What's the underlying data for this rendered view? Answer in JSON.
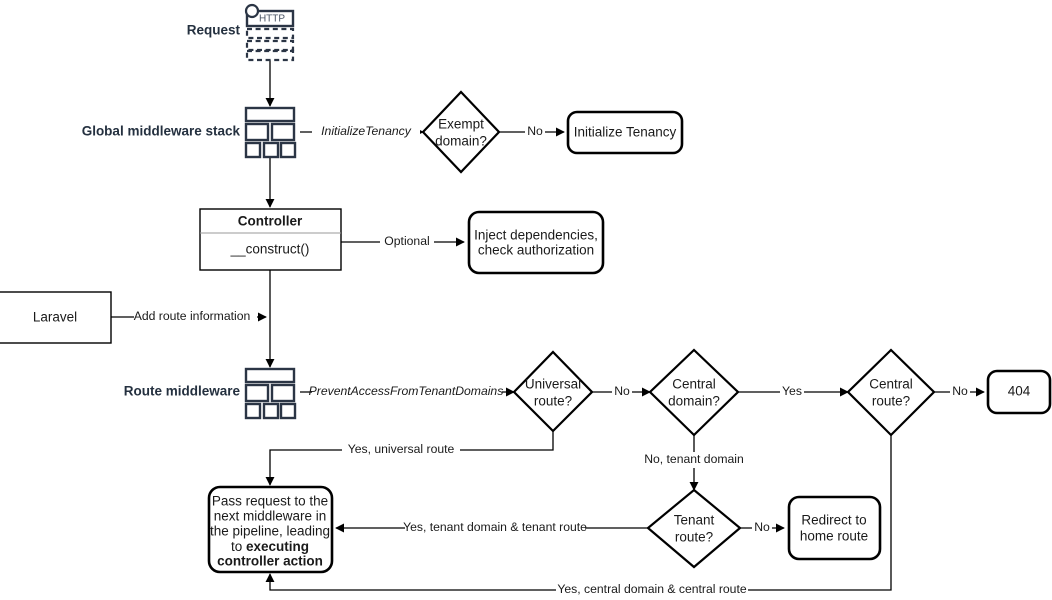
{
  "diagram": {
    "title": "Laravel multi-tenancy request lifecycle flowchart",
    "colors": {
      "stroke": "#000000",
      "icon_stroke": "#2b3545",
      "label_text": "#24303f",
      "background": "#ffffff"
    },
    "stack_labels": {
      "request": "Request",
      "global_middleware": "Global middleware stack",
      "route_middleware": "Route middleware"
    },
    "icons": {
      "http_request": "http-request-icon",
      "http_badge": "HTTP",
      "global_stack": "middleware-stack-icon",
      "route_stack": "middleware-stack-icon"
    },
    "nodes": {
      "exempt_domain": "Exempt\ndomain?",
      "exempt_domain_line1": "Exempt",
      "exempt_domain_line2": "domain?",
      "initialize_tenancy": "Initialize Tenancy",
      "controller_title": "Controller",
      "controller_method": "__construct()",
      "inject_line1": "Inject dependencies,",
      "inject_line2": "check authorization",
      "laravel": "Laravel",
      "universal_route_line1": "Universal",
      "universal_route_line2": "route?",
      "central_domain_line1": "Central",
      "central_domain_line2": "domain?",
      "central_route_line1": "Central",
      "central_route_line2": "route?",
      "not_found": "404",
      "tenant_route_line1": "Tenant",
      "tenant_route_line2": "route?",
      "redirect_line1": "Redirect to",
      "redirect_line2": "home route",
      "pass_request_line1": "Pass request to the",
      "pass_request_line2": "next middleware in",
      "pass_request_line3": "the pipeline, leading",
      "pass_request_line4_prefix": "to ",
      "pass_request_line4_bold": "executing",
      "pass_request_line5_bold": "controller action"
    },
    "edges": {
      "initialize_tenancy_mw": "InitializeTenancy",
      "exempt_no": "No",
      "controller_optional": "Optional",
      "laravel_add_route": "Add route information",
      "prevent_access_mw": "PreventAccessFromTenantDomains",
      "universal_no": "No",
      "central_domain_yes": "Yes",
      "central_domain_no_tenant": "No, tenant domain",
      "central_route_no": "No",
      "tenant_route_no": "No",
      "yes_universal_route": "Yes, universal route",
      "yes_tenant_domain_route": "Yes, tenant domain & tenant route",
      "yes_central_domain_route": "Yes, central domain & central route"
    }
  }
}
